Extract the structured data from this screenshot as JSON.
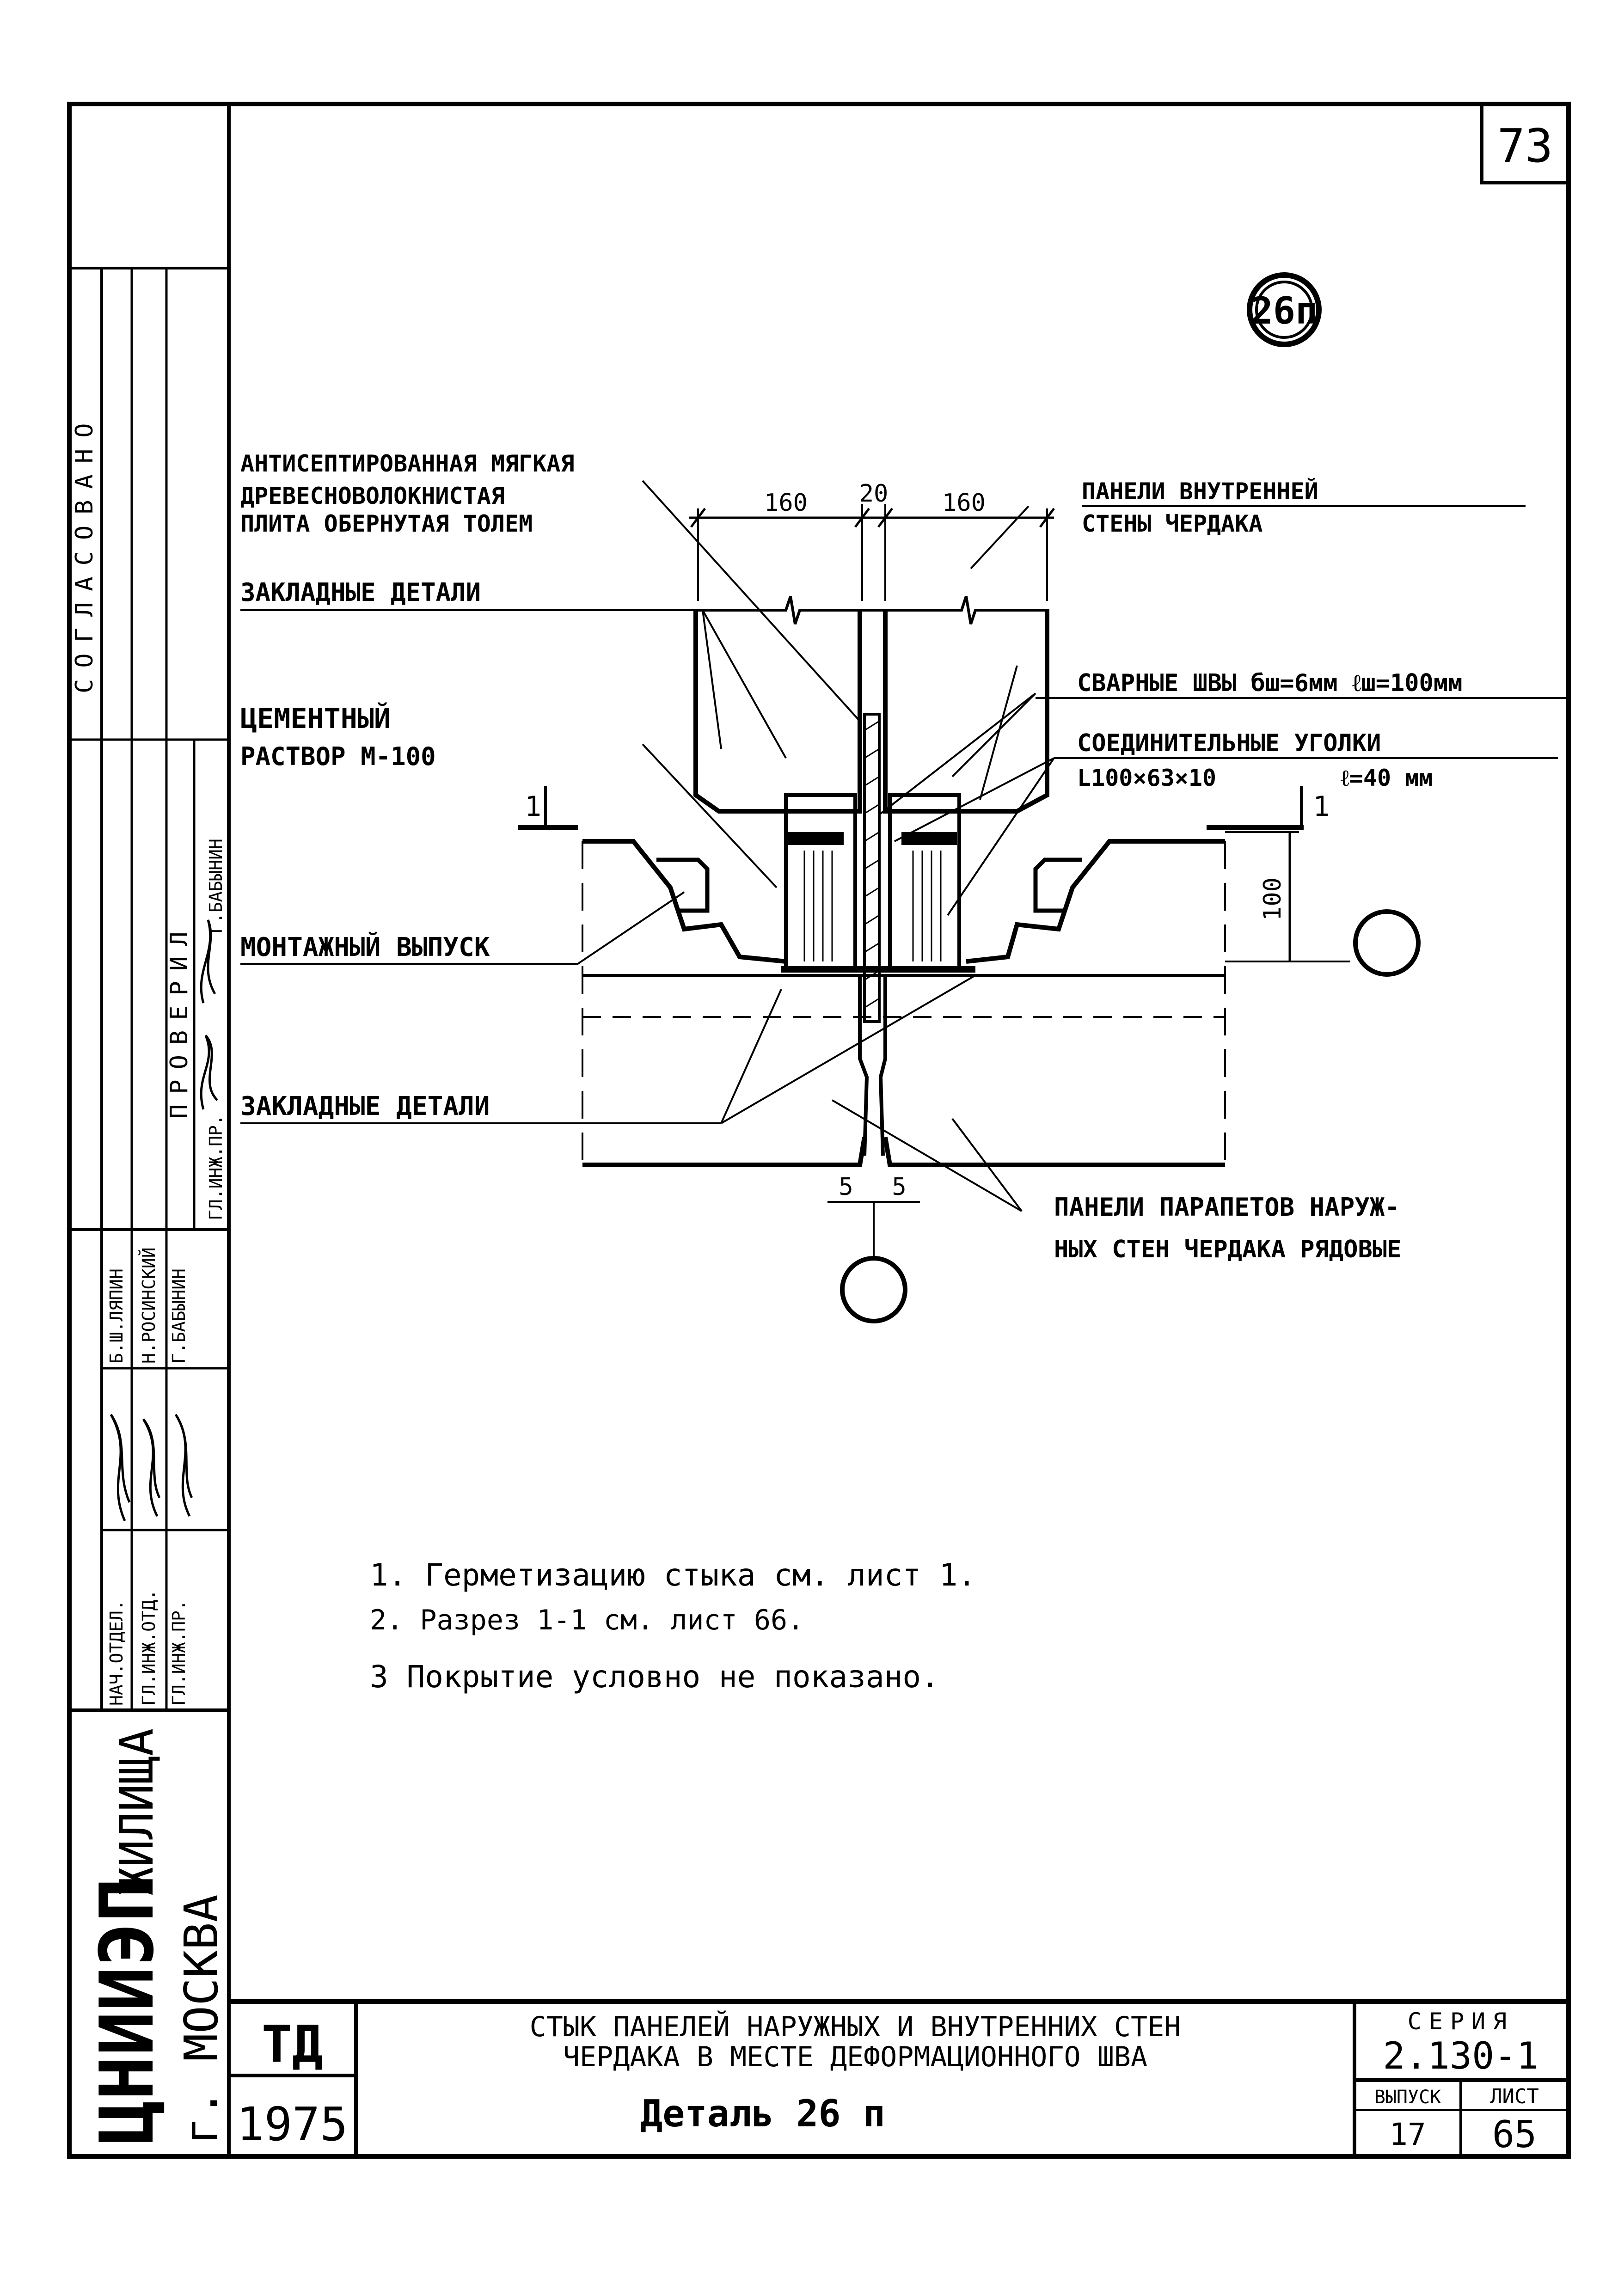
{
  "sheet_number": "73",
  "detail_mark": "26п",
  "labels": {
    "antiseptic_1": "АНТИСЕПТИРОВАННАЯ МЯГКАЯ",
    "antiseptic_2": "ДРЕВЕСНОВОЛОКНИСТАЯ",
    "antiseptic_3": "ПЛИТА ОБЕРНУТАЯ ТОЛЕМ",
    "embedded_top": "ЗАКЛАДНЫЕ ДЕТАЛИ",
    "mortar_1": "ЦЕМЕНТНЫЙ",
    "mortar_2": "РАСТВОР М-100",
    "mounting": "МОНТАЖНЫЙ ВЫПУСК",
    "embedded_bottom": "ЗАКЛАДНЫЕ ДЕТАЛИ",
    "inner_panels_1": "ПАНЕЛИ ВНУТРЕННЕЙ",
    "inner_panels_2": "СТЕНЫ ЧЕРДАКА",
    "welds": "СВАРНЫЕ ШВЫ бш=6мм ℓш=100мм",
    "angles_1": "СОЕДИНИТЕЛЬНЫЕ УГОЛКИ",
    "angles_2": "L100×63×10",
    "angles_3": "ℓ=40 мм",
    "parapet_1": "ПАНЕЛИ ПАРАПЕТОВ НАРУЖ-",
    "parapet_2": "НЫХ СТЕН ЧЕРДАКА РЯДОВЫЕ"
  },
  "dimensions": {
    "left_width": "160",
    "gap": "20",
    "right_width": "160",
    "height": "100",
    "joint_left": "5",
    "joint_right": "5",
    "section_left": "1",
    "section_right": "1"
  },
  "notes": [
    "1. Герметизацию стыка см. лист 1.",
    "2. Разрез 1-1 см. лист 66.",
    "3 Покрытие условно не показано."
  ],
  "side": {
    "agreed": "СОГЛАСОВАНО",
    "checked": "ПРОВЕРИЛ",
    "chief_eng_project": "ГЛ.ИНЖ.ПР.",
    "checker_name": "Г.БАБЫНИН",
    "roles": [
      "НАЧ.ОТДЕЛ.",
      "ГЛ.ИНЖ.ОТД.",
      "ГЛ.ИНЖ.ПР."
    ],
    "names": [
      "Б.Ш.ЛЯПИН",
      "Н.РОСИНСКИЙ",
      "Г.БАБЫНИН"
    ],
    "org_main": "ЦНИИЭП",
    "org_sub": "ЖИЛИЩА",
    "org_city": "г. МОСКВА"
  },
  "title_block": {
    "td": "ТД",
    "year": "1975",
    "title_line1": "СТЫК ПАНЕЛЕЙ НАРУЖНЫХ И ВНУТРЕННИХ СТЕН",
    "title_line2": "ЧЕРДАКА В МЕСТЕ ДЕФОРМАЦИОННОГО ШВА",
    "detail_name": "Деталь 26 п",
    "series_label": "СЕРИЯ",
    "series_value": "2.130-1",
    "issue_label": "ВЫПУСК",
    "issue_value": "17",
    "sheet_label": "ЛИСТ",
    "sheet_value": "65"
  }
}
